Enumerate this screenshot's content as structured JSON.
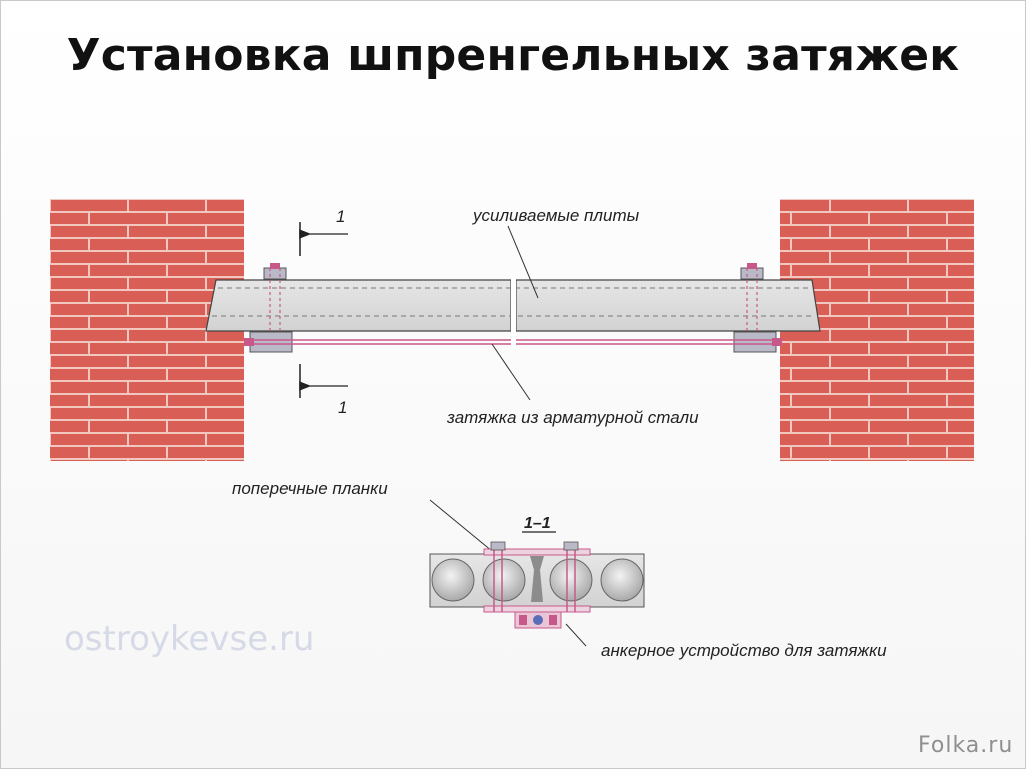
{
  "title": "Установка шпренгельных затяжек",
  "labels": {
    "slabs": "усиливаемые плиты",
    "tie": "затяжка из арматурной стали",
    "cross_planks": "поперечные планки",
    "section": "1–1",
    "anchor": "анкерное устройство для затяжки",
    "cut_top": "1",
    "cut_bottom": "1"
  },
  "watermark": "ostroykevse.ru",
  "credit": "Folka.ru",
  "colors": {
    "brick": "#d95e55",
    "mortar": "#f1c7c0",
    "slab": "#dddddd",
    "steel": "#c9588a",
    "text": "#222222"
  }
}
